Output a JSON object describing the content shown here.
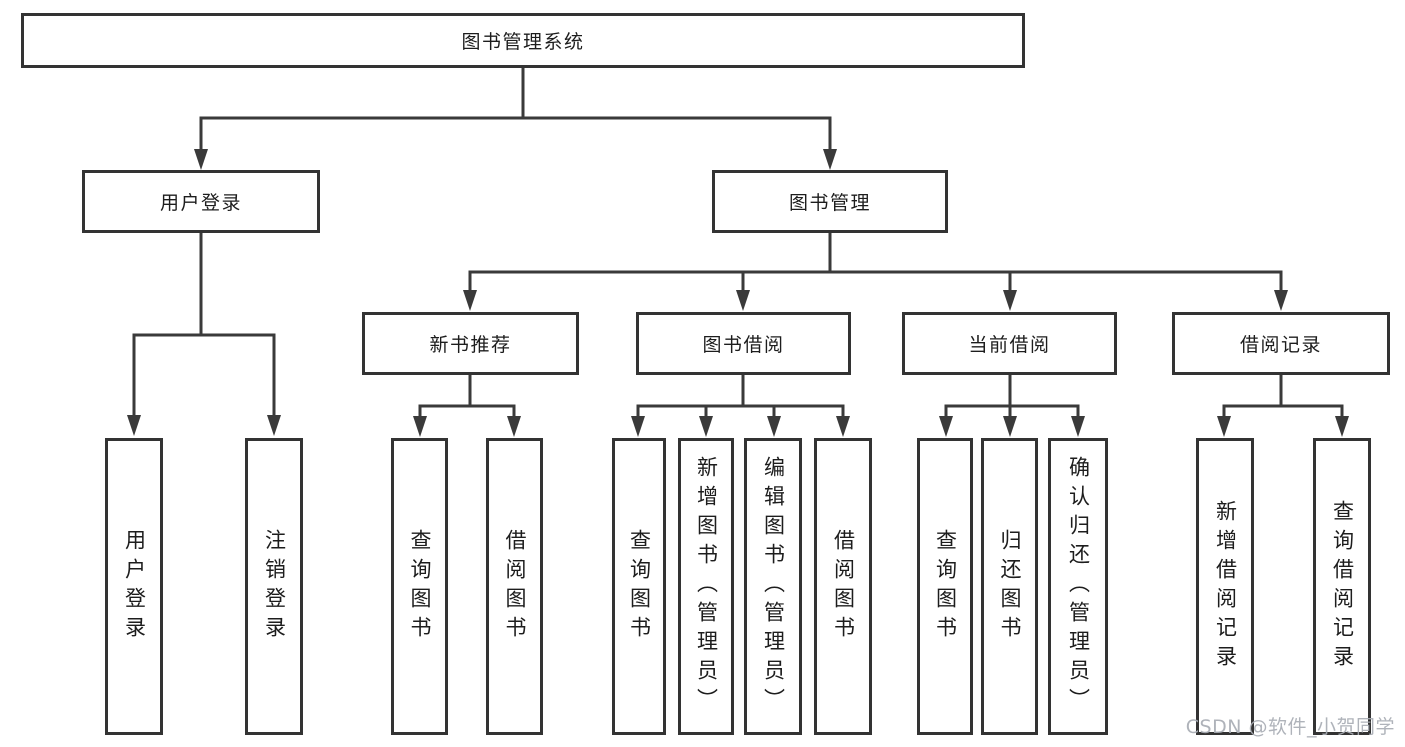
{
  "diagram": {
    "title": "图书管理系统",
    "colors": {
      "border": "#333333",
      "line": "#3a3a3a",
      "text": "#1d1d1d",
      "background": "#ffffff",
      "watermark": "#a8acb4"
    },
    "nodes": {
      "root": "图书管理系统",
      "user_login": "用户登录",
      "book_mgmt": "图书管理",
      "new_book_rec": "新书推荐",
      "book_borrow": "图书借阅",
      "current_borrow": "当前借阅",
      "borrow_records": "借阅记录",
      "ul_login": "用户登录",
      "ul_logout": "注销登录",
      "nb_query": "查询图书",
      "nb_borrow": "借阅图书",
      "bb_query": "查询图书",
      "bb_add": "新增图书（管理员）",
      "bb_edit": "编辑图书（管理员）",
      "bb_borrow": "借阅图书",
      "cb_query": "查询图书",
      "cb_return": "归还图书",
      "cb_confirm": "确认归还（管理员）",
      "br_add": "新增借阅记录",
      "br_query": "查询借阅记录"
    },
    "watermark": "CSDN @软件_小贺同学"
  }
}
